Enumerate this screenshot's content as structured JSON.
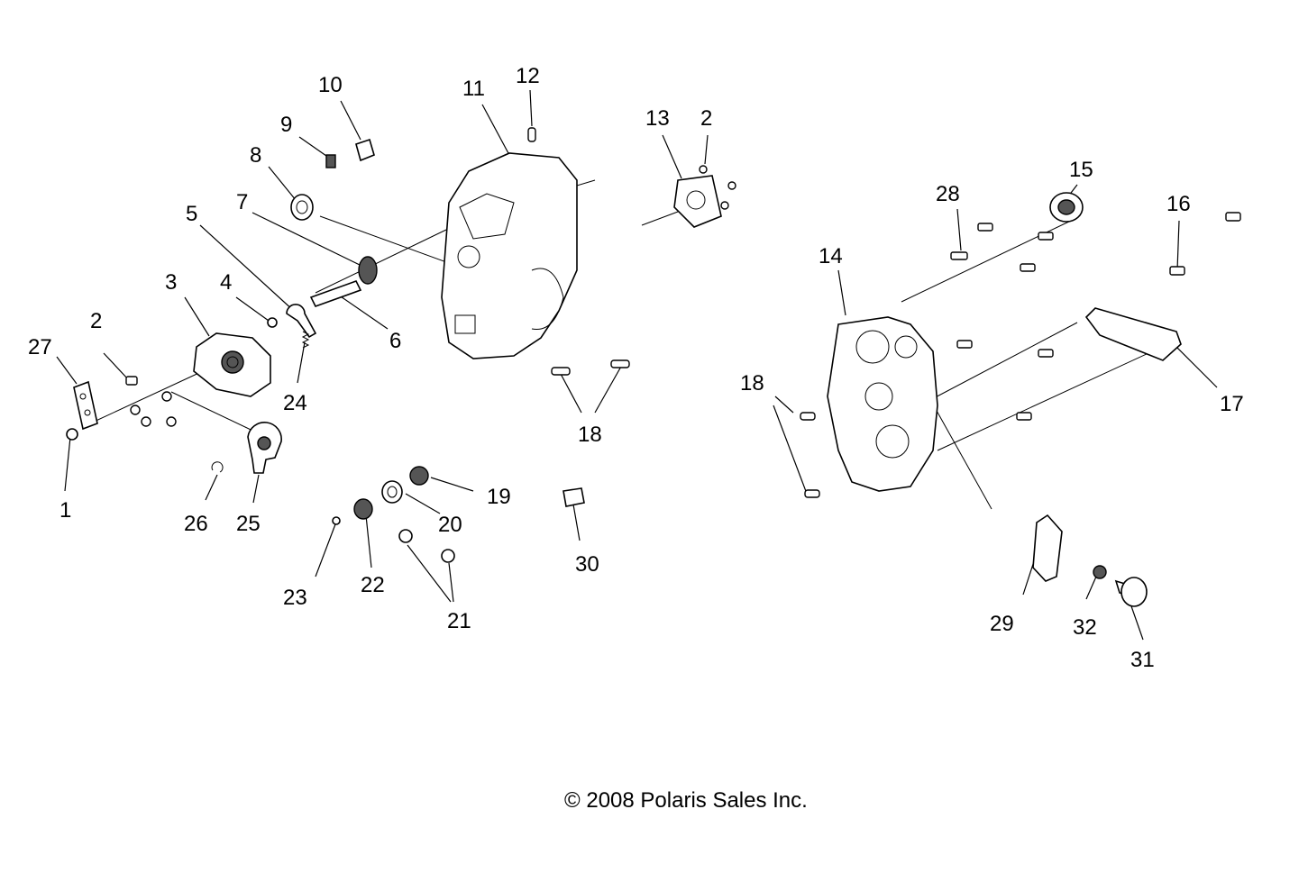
{
  "callouts": [
    {
      "id": "c1",
      "text": "1"
    },
    {
      "id": "c2a",
      "text": "2"
    },
    {
      "id": "c2b",
      "text": "2"
    },
    {
      "id": "c3",
      "text": "3"
    },
    {
      "id": "c4",
      "text": "4"
    },
    {
      "id": "c5",
      "text": "5"
    },
    {
      "id": "c6",
      "text": "6"
    },
    {
      "id": "c7",
      "text": "7"
    },
    {
      "id": "c8",
      "text": "8"
    },
    {
      "id": "c9",
      "text": "9"
    },
    {
      "id": "c10",
      "text": "10"
    },
    {
      "id": "c11",
      "text": "11"
    },
    {
      "id": "c12",
      "text": "12"
    },
    {
      "id": "c13",
      "text": "13"
    },
    {
      "id": "c14",
      "text": "14"
    },
    {
      "id": "c15",
      "text": "15"
    },
    {
      "id": "c16",
      "text": "16"
    },
    {
      "id": "c17",
      "text": "17"
    },
    {
      "id": "c18a",
      "text": "18"
    },
    {
      "id": "c18b",
      "text": "18"
    },
    {
      "id": "c19",
      "text": "19"
    },
    {
      "id": "c20",
      "text": "20"
    },
    {
      "id": "c21",
      "text": "21"
    },
    {
      "id": "c22",
      "text": "22"
    },
    {
      "id": "c23",
      "text": "23"
    },
    {
      "id": "c24",
      "text": "24"
    },
    {
      "id": "c25",
      "text": "25"
    },
    {
      "id": "c26",
      "text": "26"
    },
    {
      "id": "c27",
      "text": "27"
    },
    {
      "id": "c28",
      "text": "28"
    },
    {
      "id": "c29",
      "text": "29"
    },
    {
      "id": "c30",
      "text": "30"
    },
    {
      "id": "c31",
      "text": "31"
    },
    {
      "id": "c32",
      "text": "32"
    }
  ],
  "copyright": "© 2008 Polaris Sales Inc."
}
